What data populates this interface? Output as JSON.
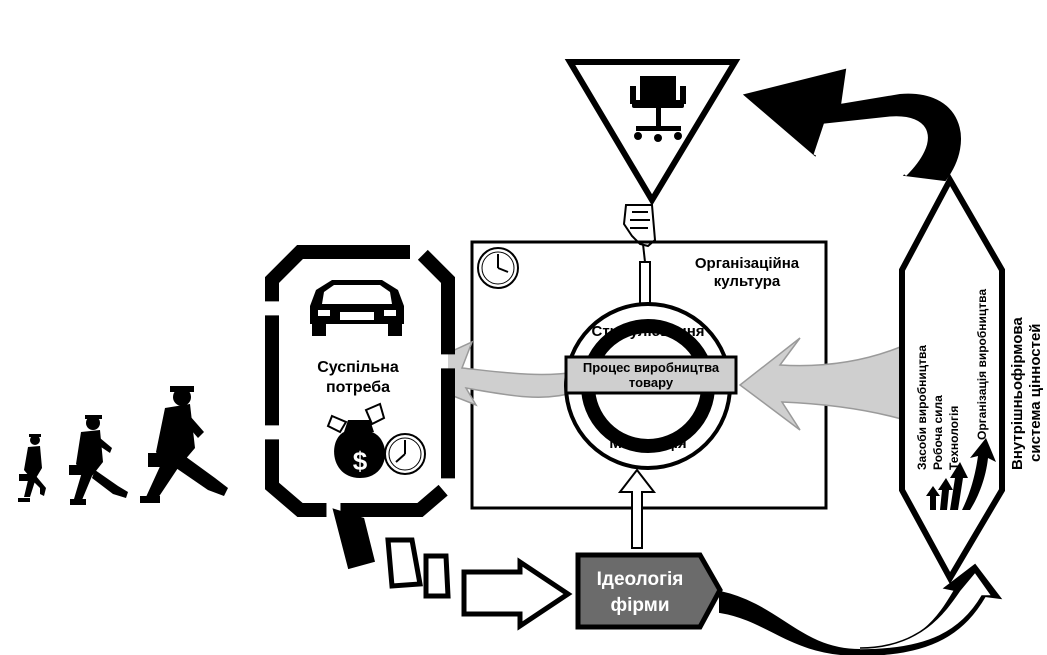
{
  "diagram": {
    "org_culture_label_line1": "Організаційна",
    "org_culture_label_line2": "культура",
    "social_need_line1": "Суспільна",
    "social_need_line2": "потреба",
    "stimulation": "Стимулювання",
    "motivation": "Мотивація",
    "process_line1": "Процес виробництва",
    "process_line2": "товару",
    "ideology_line1": "Ідеологія",
    "ideology_line2": "фірми",
    "factors": [
      "Засоби виробництва",
      "Робоча сила",
      "Технологія",
      "Організація виробництва"
    ],
    "values_line1": "Внутрішньофірмова",
    "values_line2": "система цінностей"
  },
  "colors": {
    "ink": "#000000",
    "ideology_fill": "#6b6b6b",
    "grey_arrow": "#cfcfcf",
    "grey_arrow_stroke": "#9a9a9a"
  },
  "icons": [
    "runner-icon",
    "office-chair-icon",
    "pointing-hand-icon",
    "clock-icon",
    "car-icon",
    "money-bag-icon",
    "growth-arrows-icon"
  ]
}
